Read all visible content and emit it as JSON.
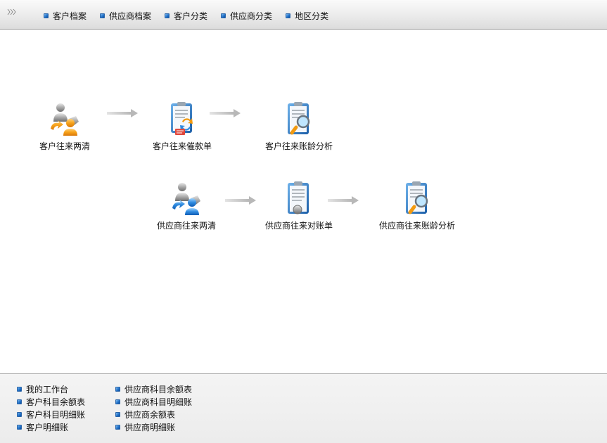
{
  "topnav": {
    "items": [
      {
        "label": "客户档案"
      },
      {
        "label": "供应商档案"
      },
      {
        "label": "客户分类"
      },
      {
        "label": "供应商分类"
      },
      {
        "label": "地区分类"
      }
    ]
  },
  "workflow": {
    "customer": {
      "reconcile": "客户往来两清",
      "dunning": "客户往来催款单",
      "aging": "客户往来账龄分析"
    },
    "supplier": {
      "reconcile": "供应商往来两清",
      "statement": "供应商往来对账单",
      "aging": "供应商往来账龄分析"
    }
  },
  "quicklinks": {
    "col1": [
      {
        "label": "我的工作台"
      },
      {
        "label": "客户科目余额表"
      },
      {
        "label": "客户科目明细账"
      },
      {
        "label": "客户明细账"
      }
    ],
    "col2": [
      {
        "label": "供应商科目余额表"
      },
      {
        "label": "供应商科目明细账"
      },
      {
        "label": "供应商余额表"
      },
      {
        "label": "供应商明细账"
      }
    ]
  },
  "colors": {
    "accent_blue": "#1f6fc8",
    "accent_orange": "#f29a10",
    "arrow_gray": "#c8c8c8"
  }
}
